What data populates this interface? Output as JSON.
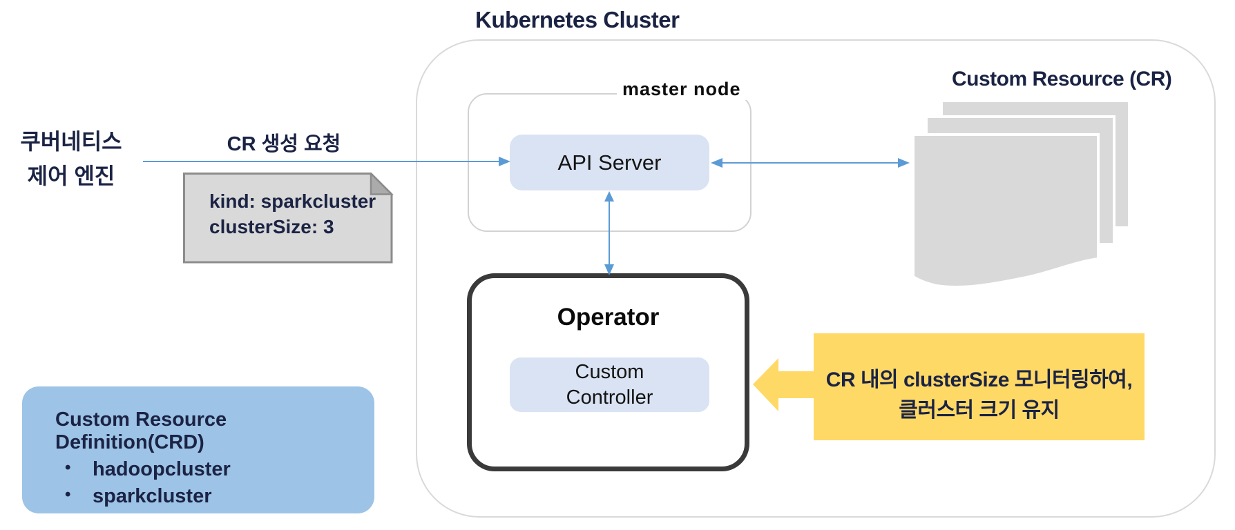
{
  "title": "Kubernetes Cluster",
  "master_node": {
    "label": "master node"
  },
  "api_server": {
    "label": "API Server"
  },
  "operator": {
    "label": "Operator",
    "controller_lines": [
      "Custom",
      "Controller"
    ]
  },
  "custom_resource": {
    "label": "Custom Resource (CR)",
    "document_stack_count": 3
  },
  "client": {
    "lines": [
      "쿠버네티스",
      "제어 엔진"
    ]
  },
  "request_arrow": {
    "label": "CR 생성 요청"
  },
  "note": {
    "lines": [
      "kind: sparkcluster",
      "clusterSize: 3"
    ]
  },
  "crd": {
    "title": "Custom Resource Definition(CRD)",
    "bullet": "•",
    "items": [
      "hadoopcluster",
      "sparkcluster"
    ]
  },
  "callout": {
    "lines": [
      "CR 내의 clusterSize 모니터링하여,",
      "클러스터 크기 유지"
    ]
  },
  "colors": {
    "navy_text": "#1b2344",
    "arrow_blue": "#5b9bd5",
    "box_blue_fill": "#dae3f3",
    "crd_blue_fill": "#9dc3e6",
    "callout_yellow": "#ffd966",
    "note_gray_fill": "#d9d9d9",
    "note_border": "#8c8c8c",
    "document_gray": "#d9d9d9",
    "operator_border": "#3a3a3a",
    "container_border": "#d9d9d9"
  }
}
